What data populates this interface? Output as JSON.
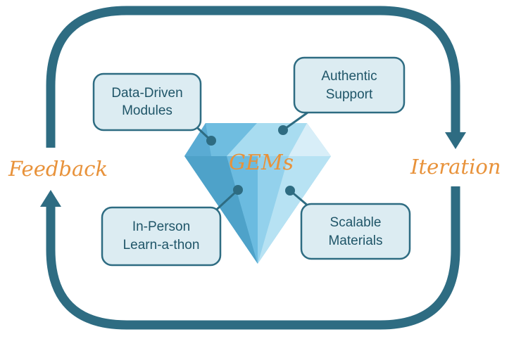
{
  "center_label": "GEMs",
  "cycle": {
    "left_label": "Feedback",
    "right_label": "Iteration"
  },
  "boxes": {
    "data_driven": [
      "Data-Driven",
      "Modules"
    ],
    "authentic": [
      "Authentic",
      "Support"
    ],
    "in_person": [
      "In-Person",
      "Learn-a-thon"
    ],
    "scalable": [
      "Scalable",
      "Materials"
    ]
  },
  "colors": {
    "cycle_stroke": "#2e6c82",
    "box_fill": "#dcecf2",
    "box_text": "#1f5568",
    "accent_text": "#e8923a",
    "gem_light": "#a9dcef",
    "gem_mid": "#7cc6e4",
    "gem_dark": "#4ea2c9"
  }
}
